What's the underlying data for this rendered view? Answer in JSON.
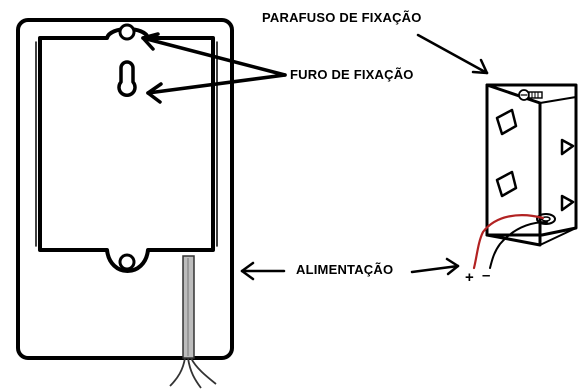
{
  "labels": {
    "screw": "PARAFUSO DE FIXAÇÃO",
    "mounting_hole": "FURO DE FIXAÇÃO",
    "power": "ALIMENTAÇÃO"
  },
  "polarity": {
    "plus": "+",
    "minus": "–"
  },
  "colors": {
    "line": "#000000",
    "positive_wire": "#b22222",
    "cable_gray": "#888888"
  }
}
